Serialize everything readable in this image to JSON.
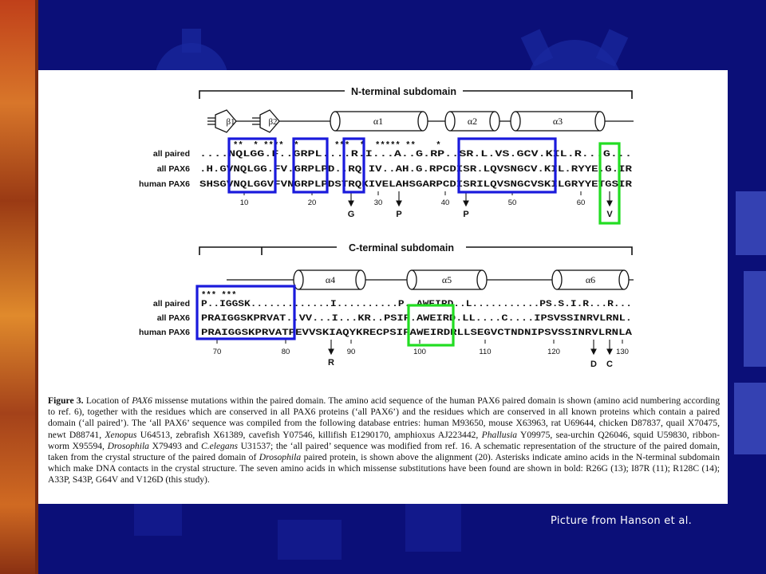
{
  "colors": {
    "background": "#0b0f78",
    "highlight_blue": "#1a1adc",
    "highlight_green": "#22dd22"
  },
  "figure": {
    "n_title": "N-terminal subdomain",
    "c_title": "C-terminal subdomain",
    "n_elements": [
      "β1",
      "β2",
      "α1",
      "α2",
      "α3"
    ],
    "c_elements": [
      "α4",
      "α5",
      "α6"
    ],
    "row_labels": [
      "all paired",
      "all PAX6",
      "human PAX6"
    ],
    "n_stars": "**  * ****  *       ***  *  ***** **    *",
    "n_rows": [
      "....NQLGG.F..GRPL....R.I...A..G.RP..SR.L.VS.GCV.KIL.R...G...",
      ".H.GVNQLGG.FV.GRPLPD..RQ IV..AH.G.RPCDISR.LQVSNGCV.KIL.RYYE.G.IR",
      "SHSGVNQLGGVFVNGRPLPDSTRQKIVELAHSGARPCDISRILQVSNGCVSKILGRYYETGSIR"
    ],
    "n_ticks": [
      "10",
      "20",
      "30",
      "40",
      "50",
      "60"
    ],
    "n_mutations": [
      "G",
      "P",
      "P",
      "V"
    ],
    "c_stars": "*** ***",
    "c_rows": [
      "P..IGGSK.............I..........P..AWEIRD..L...........PS.S.I.R...R...",
      "PRAIGGSKPRVAT..VV...I...KR..PSIF.AWEIRD.LL....C....IPSVSSINRVLRNL.",
      "PRAIGGSKPRVATPEVVSKIAQYKRECPSIFAWEIRDRLLSEGVCTNDNIPSVSSINRVLRNLA"
    ],
    "c_ticks": [
      "70",
      "80",
      "90",
      "100",
      "110",
      "120",
      "130"
    ],
    "c_mutations": [
      "R",
      "D",
      "C"
    ]
  },
  "caption": {
    "label": "Figure 3.",
    "text1": " Location of ",
    "gene1": "PAX6",
    "text2": " missense mutations within the paired domain. The amino acid sequence of the human PAX6 paired domain is shown (amino acid numbering according to ref. 6), together with the residues which are conserved in all PAX6 proteins (‘all PAX6’) and the residues which are conserved in all known proteins which contain a paired domain (‘all paired’). The ‘all PAX6’ sequence was compiled from the following database entries: human M93650, mouse X63963, rat U69644, chicken D87837, quail X70475, newt D88741, ",
    "species1": "Xenopus",
    "text3": " U64513, zebrafish X61389, cavefish Y07546, killifish E1290170, amphioxus AJ223442, ",
    "species2": "Phallusia",
    "text4": " Y09975, sea-urchin Q26046, squid U59830, ribbon-worm X95594, ",
    "species3": "Drosophila",
    "text5": " X79493 and ",
    "species4": "C.elegans",
    "text6": " U31537; the ‘all paired’ sequence was modified from ref. 16. A schematic representation of the structure of the paired domain, taken from the crystal structure of the paired domain of ",
    "species5": "Drosophila",
    "text7": " paired protein, is shown above the alignment (20). Asterisks indicate amino acids in the N-terminal subdomain which make DNA contacts in the crystal structure. The seven amino acids in which missense substitutions have been found are shown in bold: R26G (13); I87R (11); R128C (14); A33P, S43P, G64V and V126D (this study)."
  },
  "credit": "Picture from Hanson et al."
}
